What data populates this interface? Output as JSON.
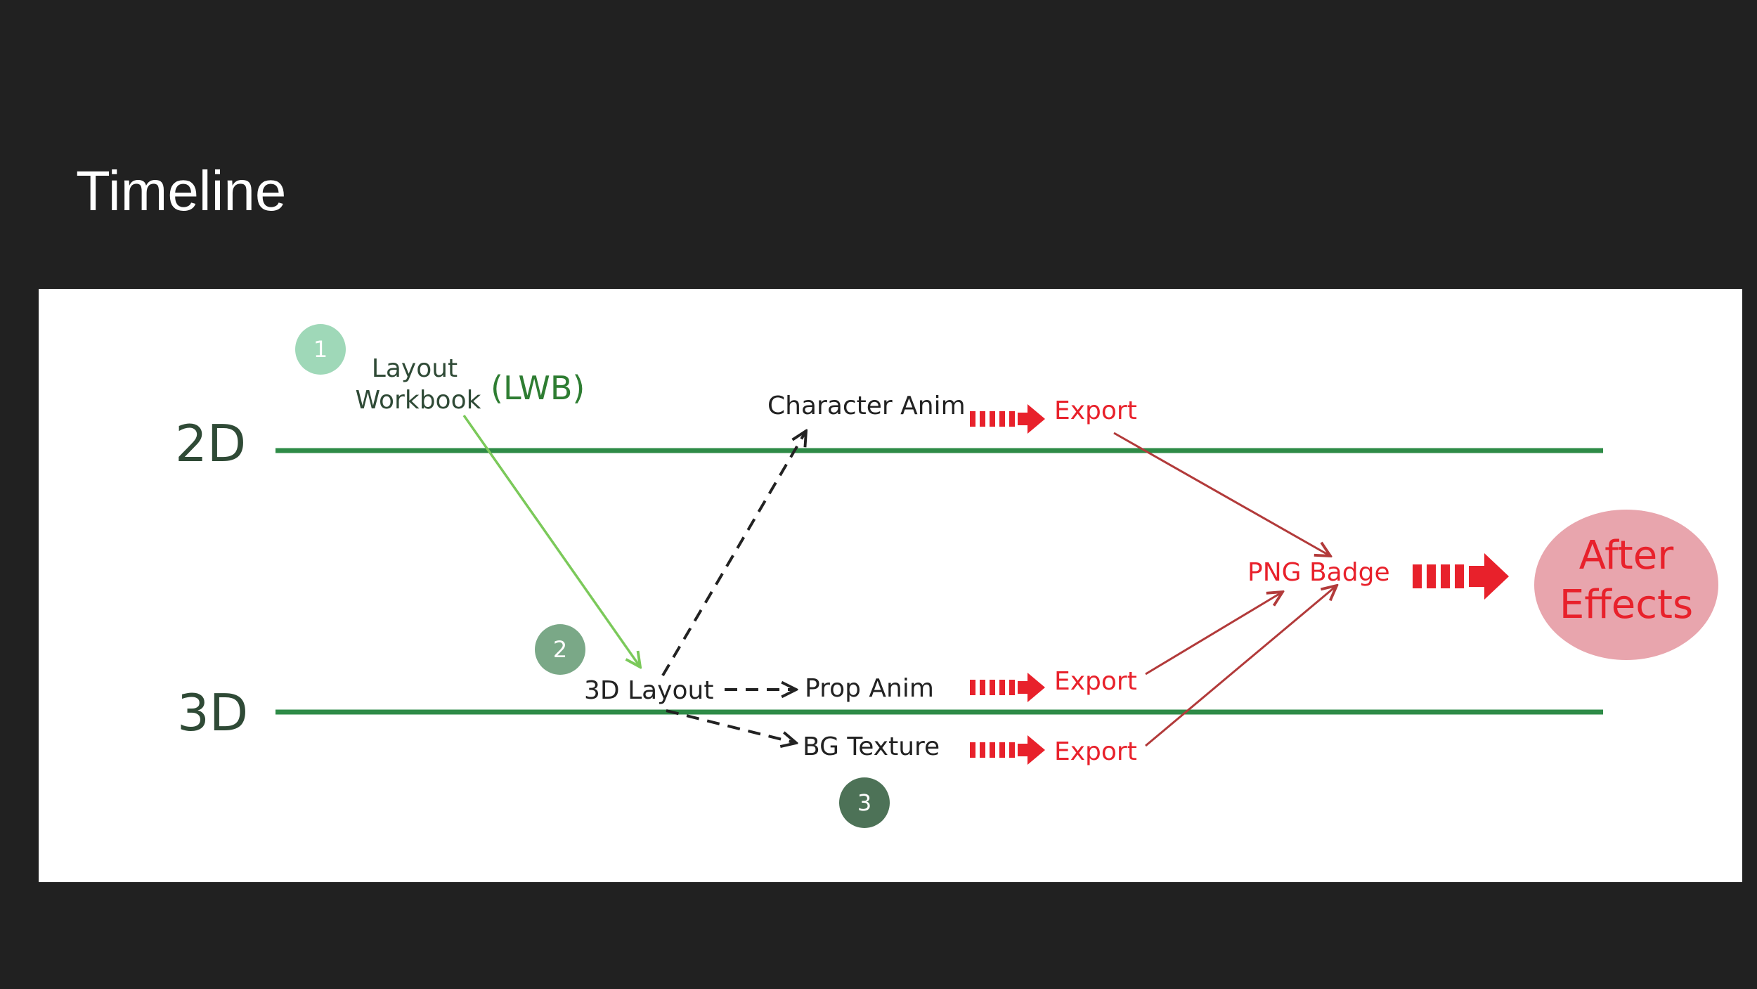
{
  "slide": {
    "title": "Timeline"
  },
  "colors": {
    "background": "#212121",
    "panel": "#ffffff",
    "timeline_green": "#2e8b47",
    "label_dark_green": "#2f4a36",
    "text_dark": "#222222",
    "workflow_arrow_green": "#7bc95a",
    "export_red": "#e8212b",
    "connector_dark_red": "#b23a3a",
    "after_effects_fill": "#e8a5ad",
    "step_1": "#9fd8b8",
    "step_2": "#7aa887",
    "step_3": "#4d7257"
  },
  "diagram": {
    "tracks": {
      "two_d": "2D",
      "three_d": "3D"
    },
    "steps": {
      "one": "1",
      "two": "2",
      "three": "3"
    },
    "nodes": {
      "layout_line1": "Layout",
      "layout_line2": "Workbook",
      "lwb": "(LWB)",
      "character_anim": "Character Anim",
      "layout_3d": "3D Layout",
      "prop_anim": "Prop Anim",
      "bg_texture": "BG Texture",
      "png_badge": "PNG Badge",
      "after_effects_line1": "After",
      "after_effects_line2": "Effects"
    },
    "exports": {
      "character": "Export",
      "prop": "Export",
      "bg": "Export"
    }
  }
}
